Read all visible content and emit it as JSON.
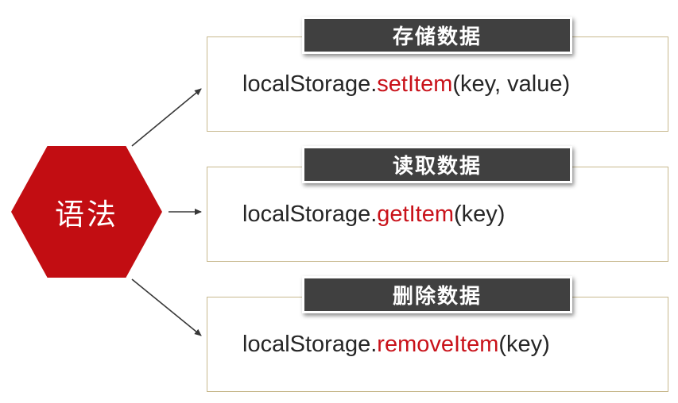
{
  "diagram": {
    "hexagon": {
      "label": "语法"
    },
    "nodes": [
      {
        "header": "存储数据",
        "code": {
          "object": "localStorage.",
          "method": "setItem",
          "args": "(key, value)"
        }
      },
      {
        "header": "读取数据",
        "code": {
          "object": "localStorage.",
          "method": "getItem",
          "args": "(key)"
        }
      },
      {
        "header": "删除数据",
        "code": {
          "object": "localStorage.",
          "method": "removeItem",
          "args": "(key)"
        }
      }
    ]
  },
  "colors": {
    "hex-red": "#C20D12",
    "method-red": "#C9121A",
    "header-bg": "#404040",
    "panel-border": "#C8B98E",
    "code-text": "#262626",
    "arrow": "#383838",
    "background": "#FFFFFF"
  }
}
